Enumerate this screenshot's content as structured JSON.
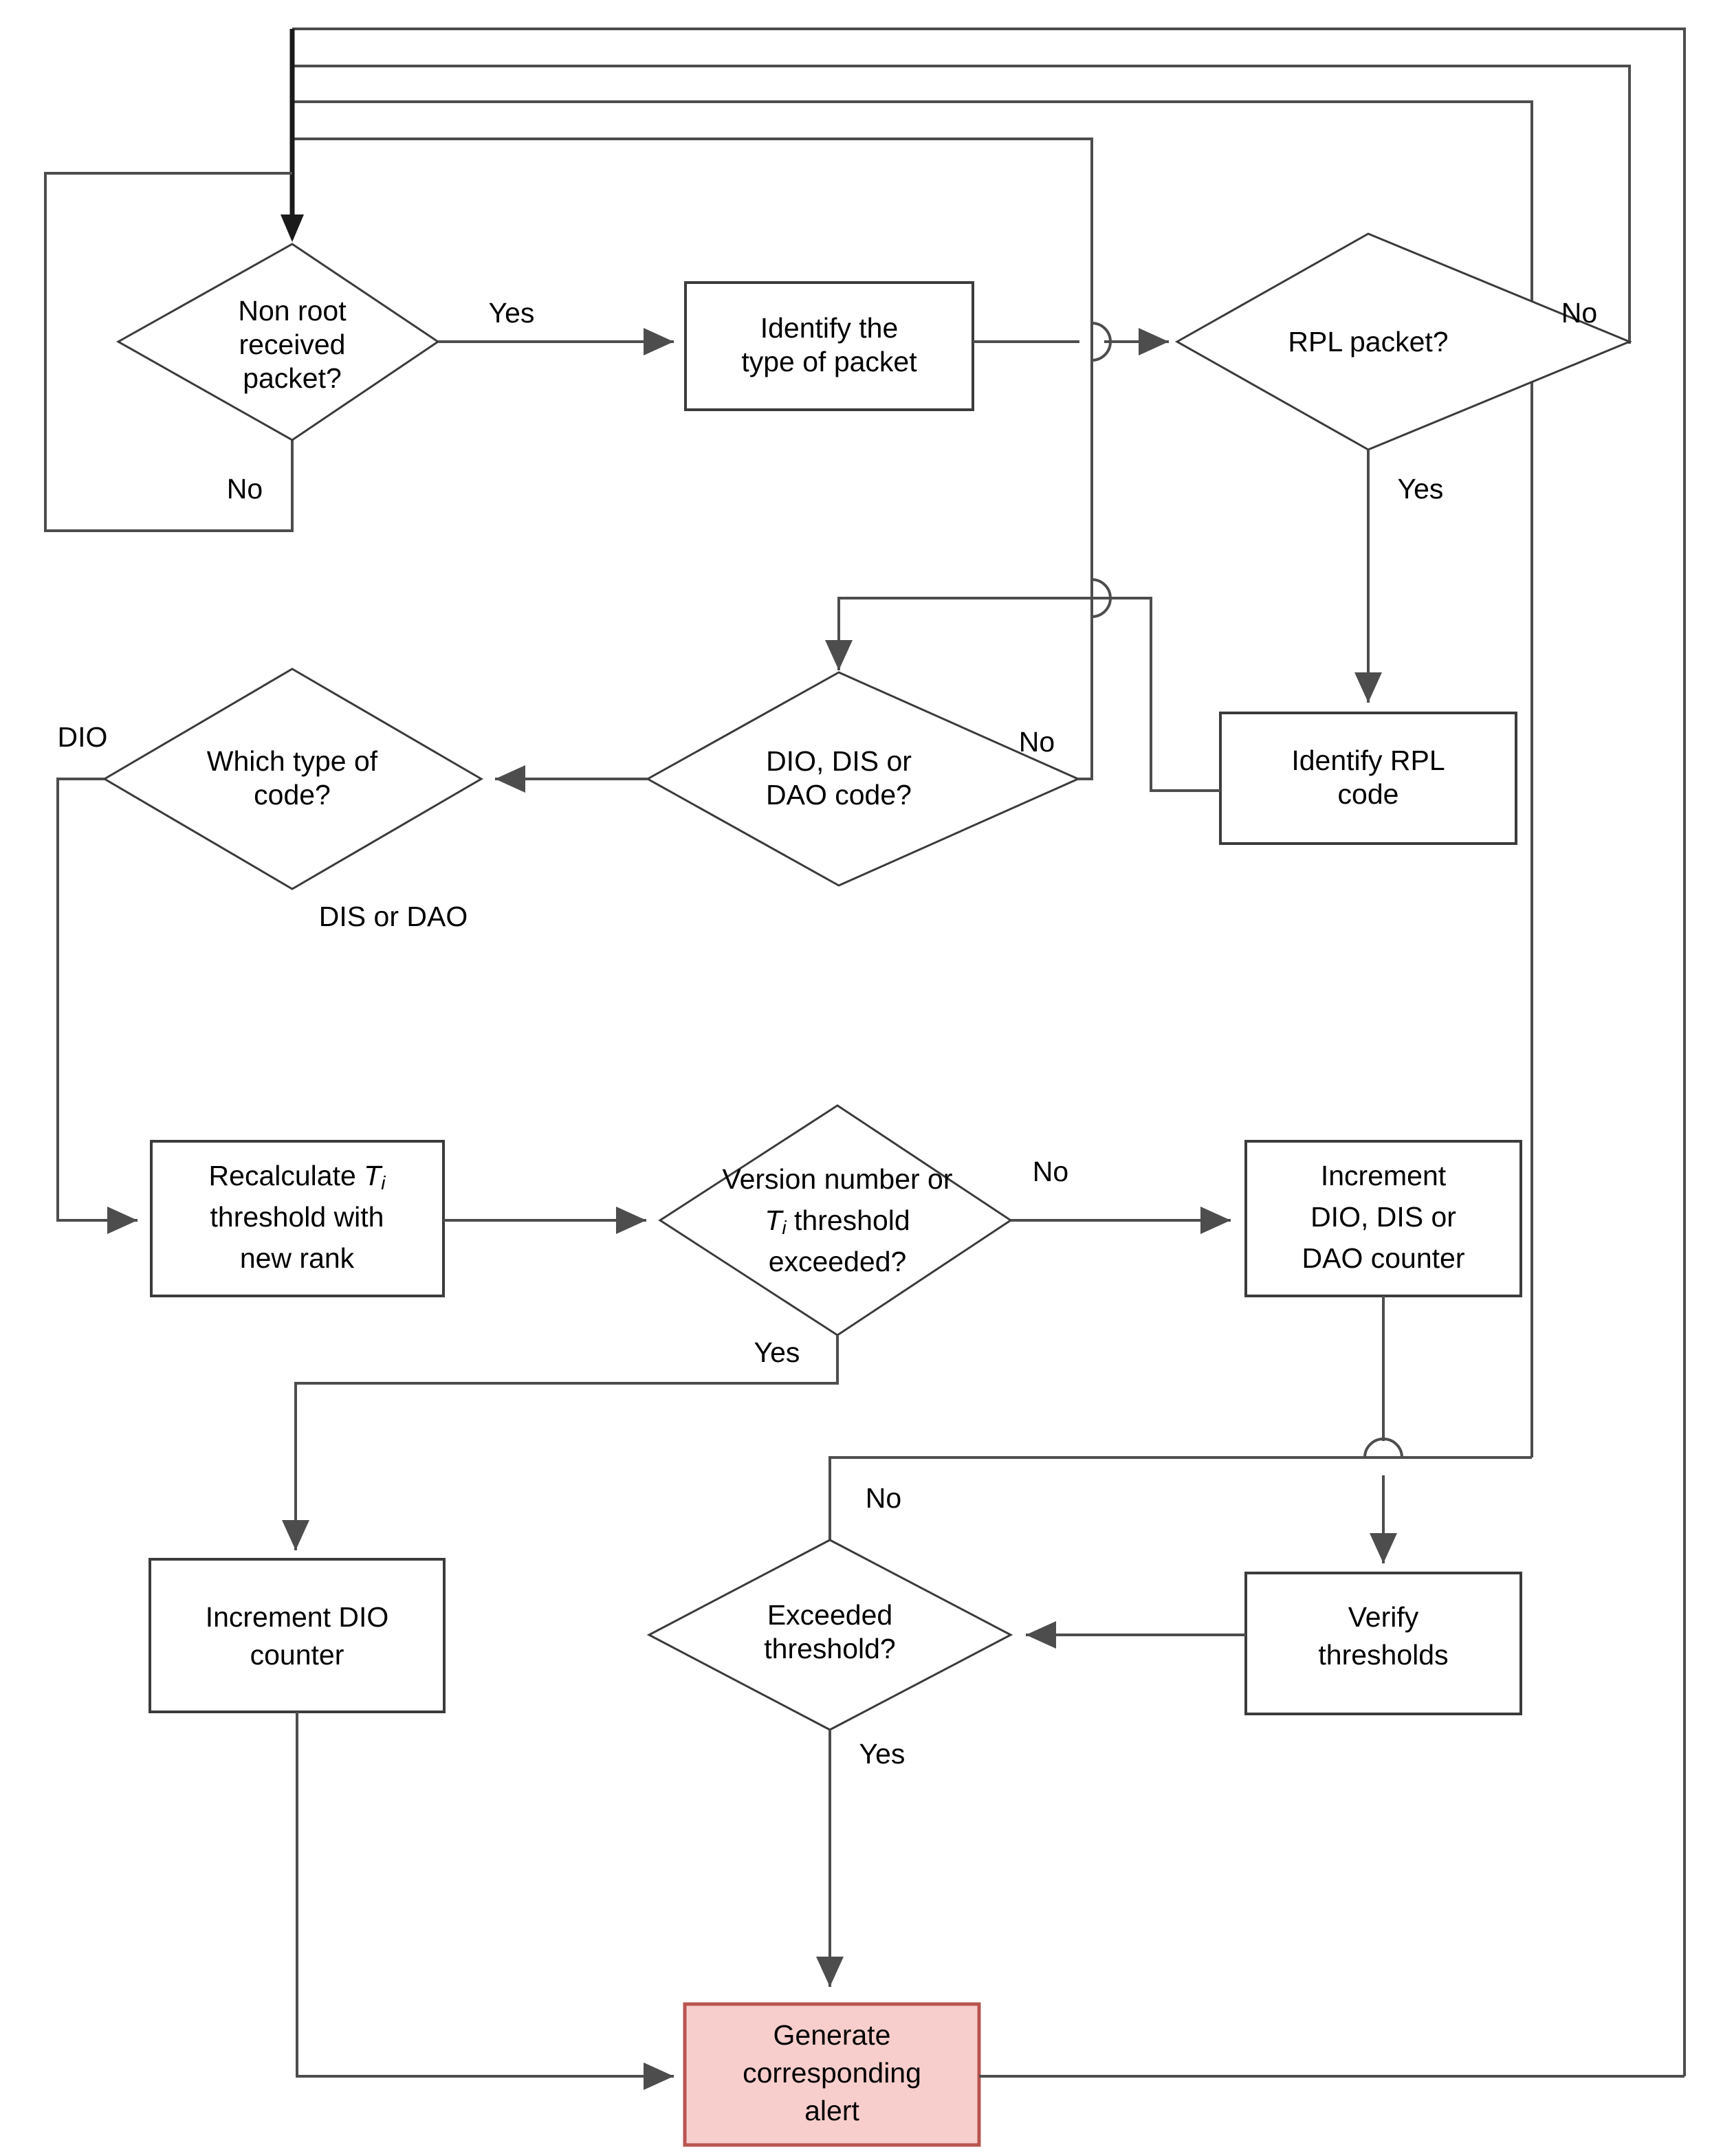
{
  "diagram": {
    "title": "RPL attack detection flowchart",
    "colors": {
      "alert_fill": "#f8cecc",
      "alert_stroke": "#b85450",
      "line": "#4d4d4d",
      "node_stroke": "#3b3b3b",
      "background": "#ffffff"
    }
  },
  "nodes": {
    "non_root_received_packet": {
      "type": "decision",
      "lines": [
        "Non root",
        "received",
        "packet?"
      ]
    },
    "identify_type_of_packet": {
      "type": "process",
      "lines": [
        "Identify the",
        "type of packet"
      ]
    },
    "rpl_packet": {
      "type": "decision",
      "lines": [
        "RPL packet?"
      ]
    },
    "identify_rpl_code": {
      "type": "process",
      "lines": [
        "Identify RPL",
        "code"
      ]
    },
    "dio_dis_dao_code": {
      "type": "decision",
      "lines": [
        "DIO, DIS or",
        "DAO code?"
      ]
    },
    "which_type_of_code": {
      "type": "decision",
      "lines": [
        "Which type of",
        "code?"
      ]
    },
    "recalculate_threshold": {
      "type": "process",
      "lines": [
        "Recalculate T",
        "threshold with",
        "new rank"
      ],
      "line1_prefix": "Recalculate ",
      "line1_symbol": "T",
      "line1_subscript": "i",
      "line2": "threshold with",
      "line3": "new rank"
    },
    "version_or_threshold_exceeded": {
      "type": "decision",
      "lines": [
        "Version number or",
        "T threshold",
        "exceeded?"
      ],
      "line1": "Version number or",
      "line2_symbol": "T",
      "line2_subscript": "i",
      "line2_rest": " threshold",
      "line3": "exceeded?"
    },
    "increment_dio_dis_dao_counter": {
      "type": "process",
      "lines": [
        "Increment",
        "DIO, DIS or",
        "DAO counter"
      ]
    },
    "increment_dio_counter": {
      "type": "process",
      "lines": [
        "Increment DIO",
        "counter"
      ]
    },
    "exceeded_threshold": {
      "type": "decision",
      "lines": [
        "Exceeded",
        "threshold?"
      ]
    },
    "verify_thresholds": {
      "type": "process",
      "lines": [
        "Verify",
        "thresholds"
      ]
    },
    "generate_alert": {
      "type": "process-alert",
      "lines": [
        "Generate",
        "corresponding",
        "alert"
      ]
    }
  },
  "edge_labels": {
    "non_root_yes": "Yes",
    "non_root_no": "No",
    "rpl_packet_no": "No",
    "rpl_packet_yes": "Yes",
    "dio_dis_dao_no": "No",
    "which_type_dio": "DIO",
    "which_type_dis_or_dao": "DIS or DAO",
    "version_no": "No",
    "version_yes": "Yes",
    "exceeded_no": "No",
    "exceeded_yes": "Yes"
  }
}
